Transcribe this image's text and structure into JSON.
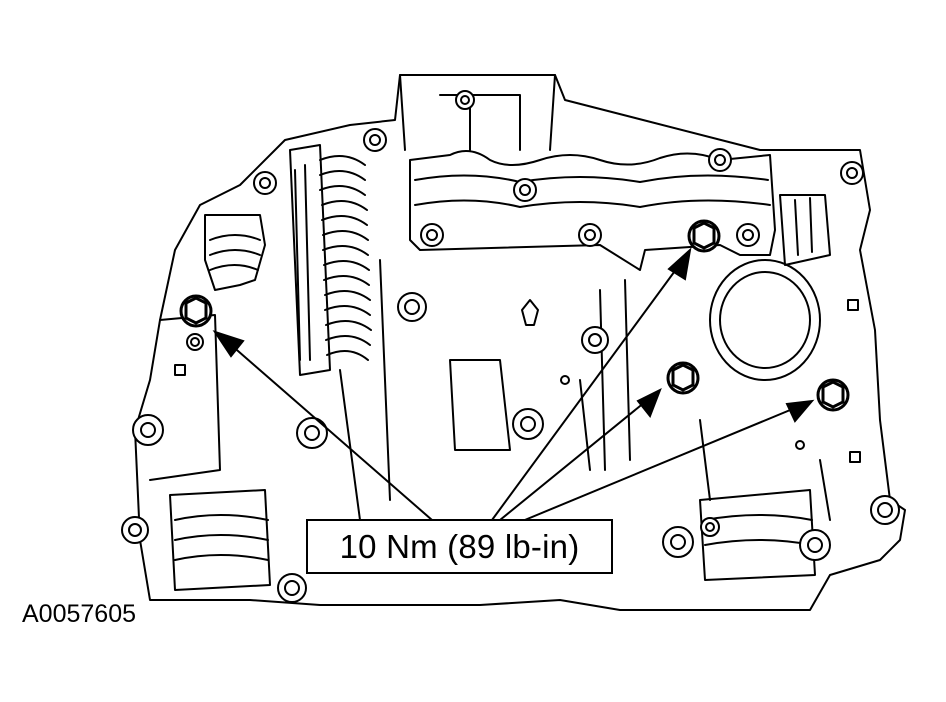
{
  "diagram": {
    "callout_label": "10 Nm (89 lb-in)",
    "figure_id": "A0057605",
    "subject": "valve-body-bolts",
    "colors": {
      "line": "#000000",
      "background": "#ffffff"
    }
  }
}
